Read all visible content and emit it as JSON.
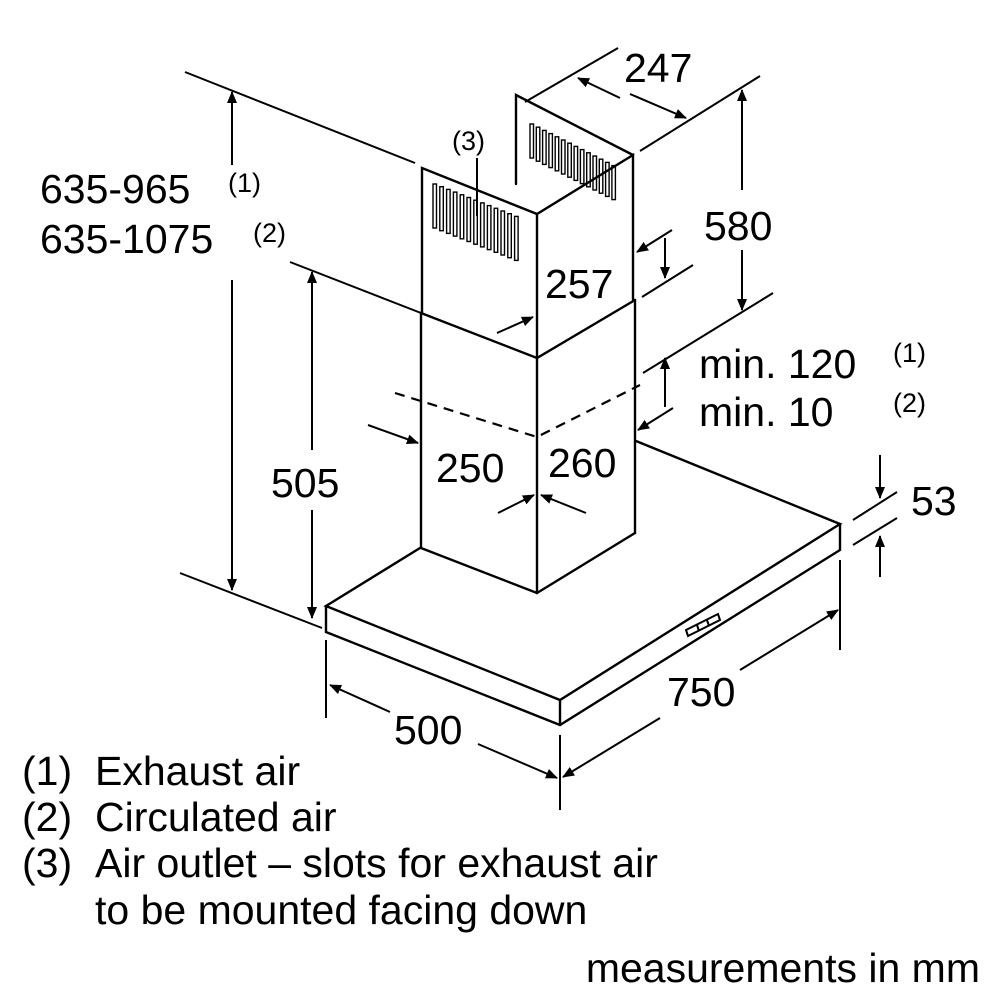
{
  "dimensions": {
    "total_height_exhaust": "635-965",
    "total_height_exhaust_note": "(1)",
    "total_height_circulated": "635-1075",
    "total_height_circulated_note": "(2)",
    "outlet_marker": "(3)",
    "chimney_depth_top": "247",
    "upper_chimney_height": "580",
    "upper_chimney_width": "257",
    "lower_chimney_height": "505",
    "clearance_exhaust": "min. 120",
    "clearance_exhaust_note": "(1)",
    "clearance_circulated": "min. 10",
    "clearance_circulated_note": "(2)",
    "lower_chimney_width": "250",
    "lower_chimney_depth": "260",
    "canopy_thickness": "53",
    "canopy_depth": "500",
    "canopy_width": "750"
  },
  "legend": [
    {
      "marker": "(1)",
      "text": "Exhaust air"
    },
    {
      "marker": "(2)",
      "text": "Circulated air"
    },
    {
      "marker": "(3)",
      "text": "Air outlet – slots for exhaust air"
    },
    {
      "marker": "",
      "text": "to be mounted facing down"
    }
  ],
  "units_note": "measurements in mm"
}
